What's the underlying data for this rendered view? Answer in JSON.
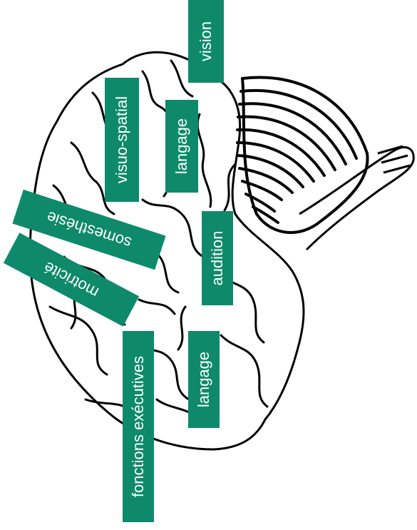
{
  "diagram": {
    "label_color": "#0e8a6a",
    "labels": {
      "vision": "vision",
      "visuo_spatial": "visuo-spatial",
      "langage_top": "langage",
      "somesthesie": "somesthésie",
      "motricite": "motricité",
      "audition": "audition",
      "fonctions_executives": "fonctions exécutives",
      "langage_bottom": "langage"
    }
  }
}
